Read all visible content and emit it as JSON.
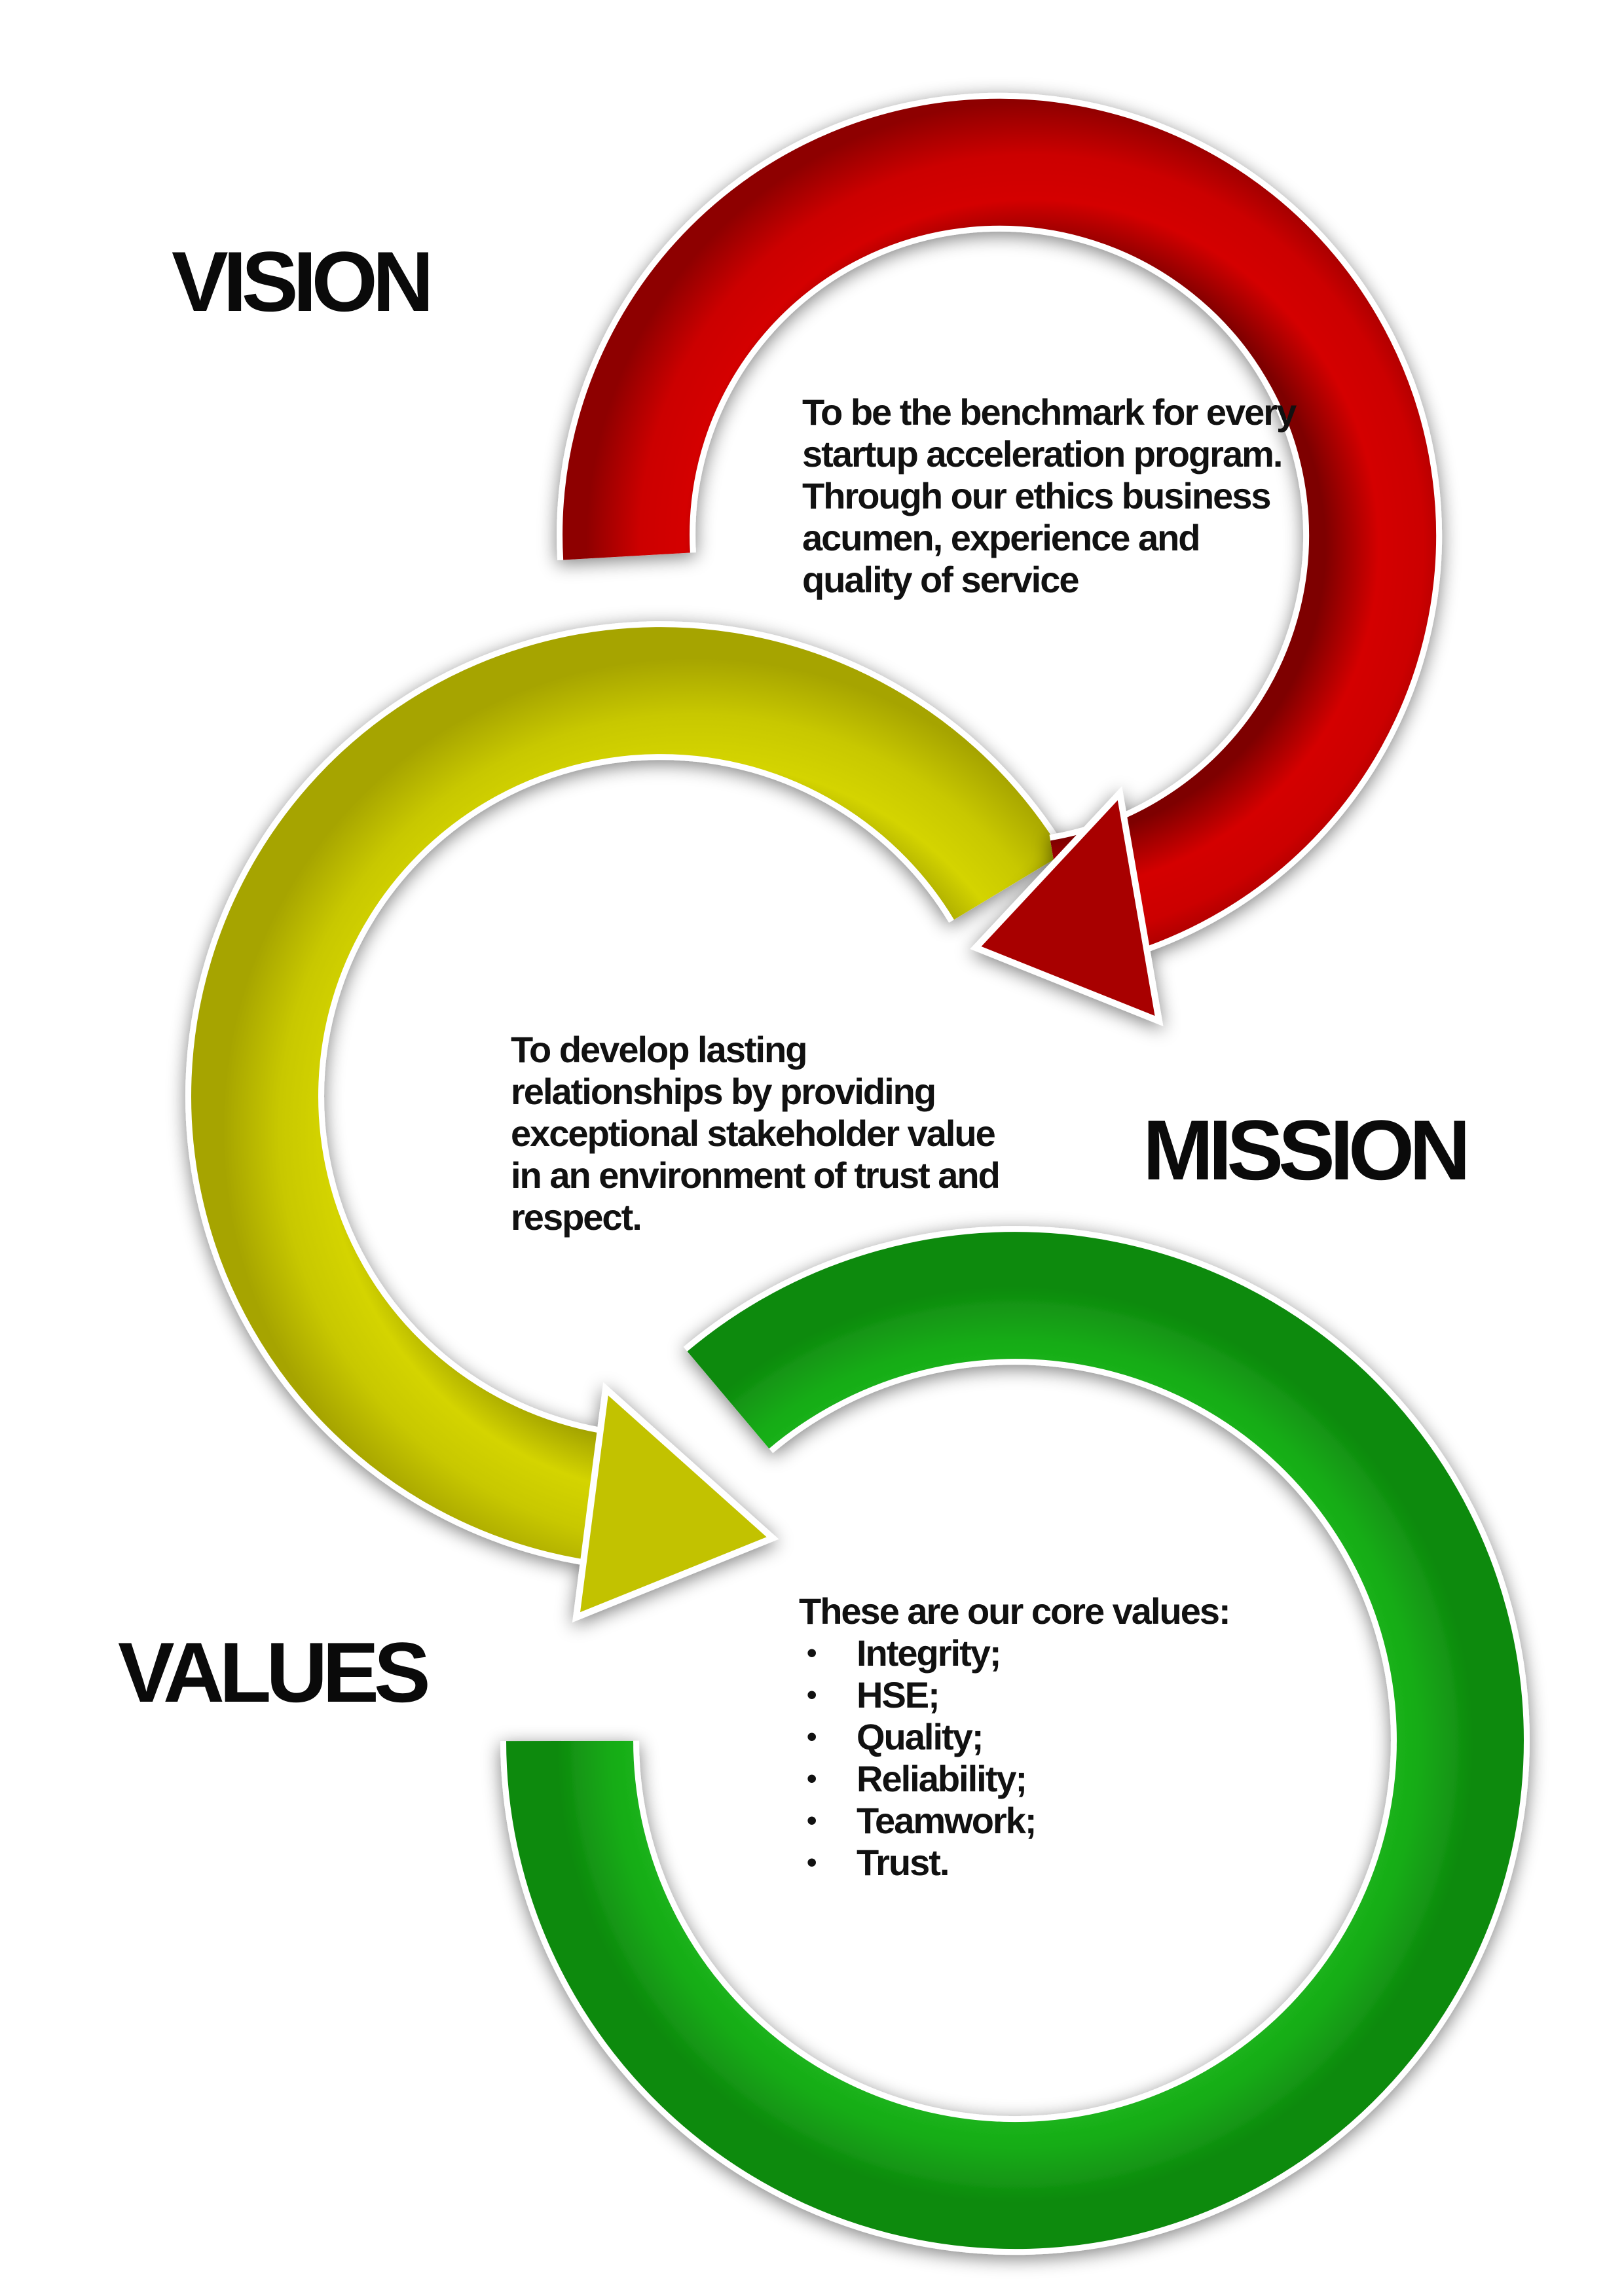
{
  "vision": {
    "heading": "VISION",
    "text": "To be the benchmark for every startup acceleration program. Through our ethics business acumen, experience and quality of service",
    "color": "#c80000"
  },
  "mission": {
    "heading": "MISSION",
    "text": "To develop lasting relationships by providing exceptional stakeholder value in an environment of trust and respect.",
    "color": "#c4c400"
  },
  "values": {
    "heading": "VALUES",
    "intro": "These are our core values:",
    "items": [
      "Integrity;",
      "HSE;",
      "Quality;",
      "Reliability;",
      "Teamwork;",
      "Trust."
    ],
    "bullet": "•",
    "color": "#14a614"
  }
}
